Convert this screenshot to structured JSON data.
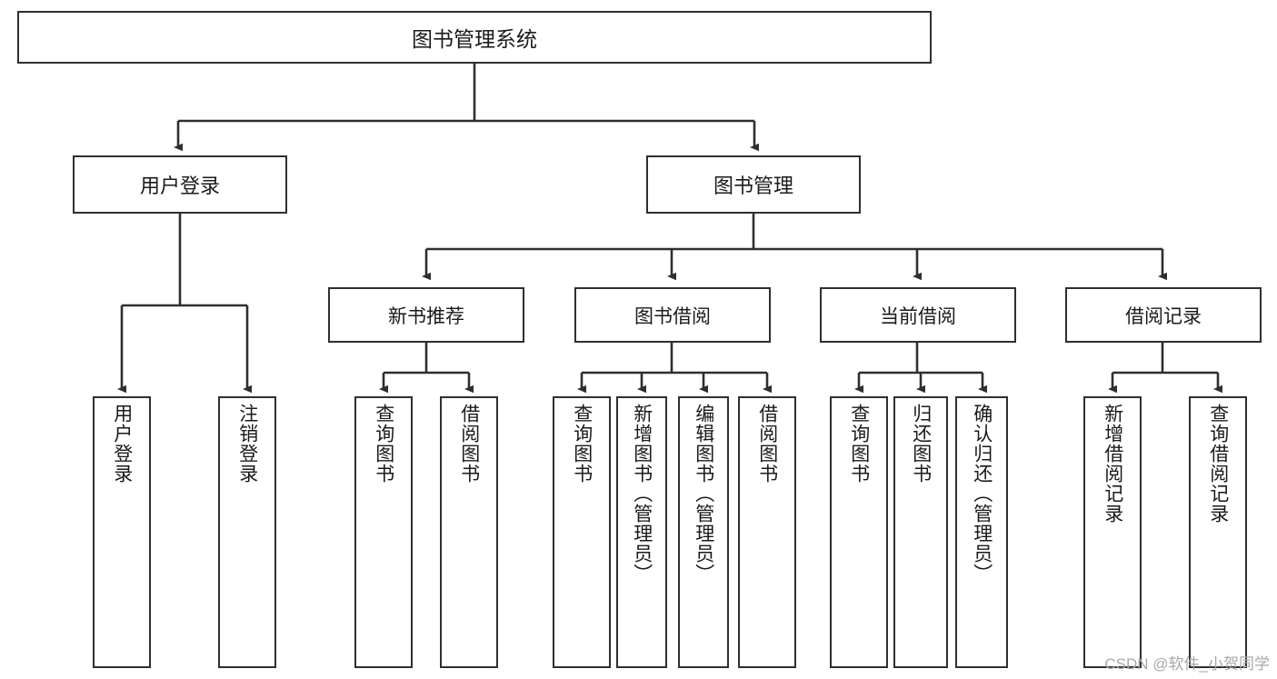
{
  "diagram": {
    "type": "hierarchy-tree",
    "title": "图书管理系统",
    "watermark": "CSDN @软件_小贺同学",
    "colors": {
      "border": "#2f2f2f",
      "background": "#ffffff",
      "text": "#1a1a1a",
      "watermark": "#a8a8a8"
    },
    "root": {
      "label": "图书管理系统"
    },
    "level2": [
      {
        "label": "用户登录"
      },
      {
        "label": "图书管理"
      }
    ],
    "level3": [
      {
        "label": "新书推荐"
      },
      {
        "label": "图书借阅"
      },
      {
        "label": "当前借阅"
      },
      {
        "label": "借阅记录"
      }
    ],
    "leaves": {
      "user_login": [
        {
          "label": "用户登录"
        },
        {
          "label": "注销登录"
        }
      ],
      "new_book_recommend": [
        {
          "label": "查询图书"
        },
        {
          "label": "借阅图书"
        }
      ],
      "book_borrow": [
        {
          "label": "查询图书"
        },
        {
          "label": "新增图书（管理员）"
        },
        {
          "label": "编辑图书（管理员）"
        },
        {
          "label": "借阅图书"
        }
      ],
      "current_borrow": [
        {
          "label": "查询图书"
        },
        {
          "label": "归还图书"
        },
        {
          "label": "确认归还（管理员）"
        }
      ],
      "borrow_record": [
        {
          "label": "新增借阅记录"
        },
        {
          "label": "查询借阅记录"
        }
      ]
    }
  }
}
